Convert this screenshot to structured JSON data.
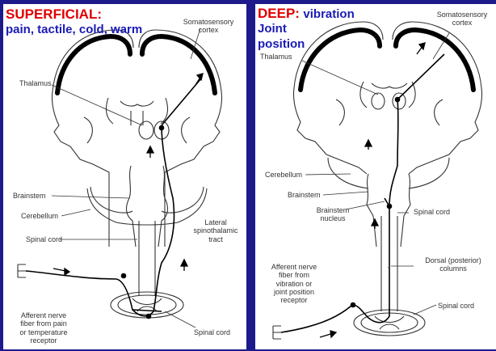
{
  "left": {
    "title": "SUPERFICIAL:",
    "subtitle": "pain, tactile, cold, warm",
    "labels": {
      "cortex1": "Somatosensory",
      "cortex2": "cortex",
      "thalamus": "Thalamus",
      "brainstem": "Brainstem",
      "cerebellum": "Cerebellum",
      "spinal_cord": "Spinal cord",
      "tract1": "Lateral",
      "tract2": "spinothalamic",
      "tract3": "tract",
      "afferent1": "Afferent nerve",
      "afferent2": "fiber from pain",
      "afferent3": "or temperature",
      "afferent4": "receptor",
      "spinal_cord_bottom": "Spinal cord"
    }
  },
  "right": {
    "title_red": "DEEP:",
    "title_blue1": "vibration",
    "title_blue2": "Joint",
    "title_blue3": "position",
    "labels": {
      "cortex1": "Somatosensory",
      "cortex2": "cortex",
      "thalamus": "Thalamus",
      "cerebellum": "Cerebellum",
      "brainstem": "Brainstem",
      "bs_nucleus1": "Brainstem",
      "bs_nucleus2": "nucleus",
      "spinal_cord": "Spinal cord",
      "dorsal1": "Dorsal (posterior)",
      "dorsal2": "columns",
      "afferent1": "Afferent nerve",
      "afferent2": "fiber from",
      "afferent3": "vibration or",
      "afferent4": "joint position",
      "afferent5": "receptor",
      "spinal_cord_bottom": "Spinal cord"
    }
  },
  "colors": {
    "background": "#1d1a8c",
    "title_red": "#e00000",
    "title_blue": "#1a1ab8"
  }
}
